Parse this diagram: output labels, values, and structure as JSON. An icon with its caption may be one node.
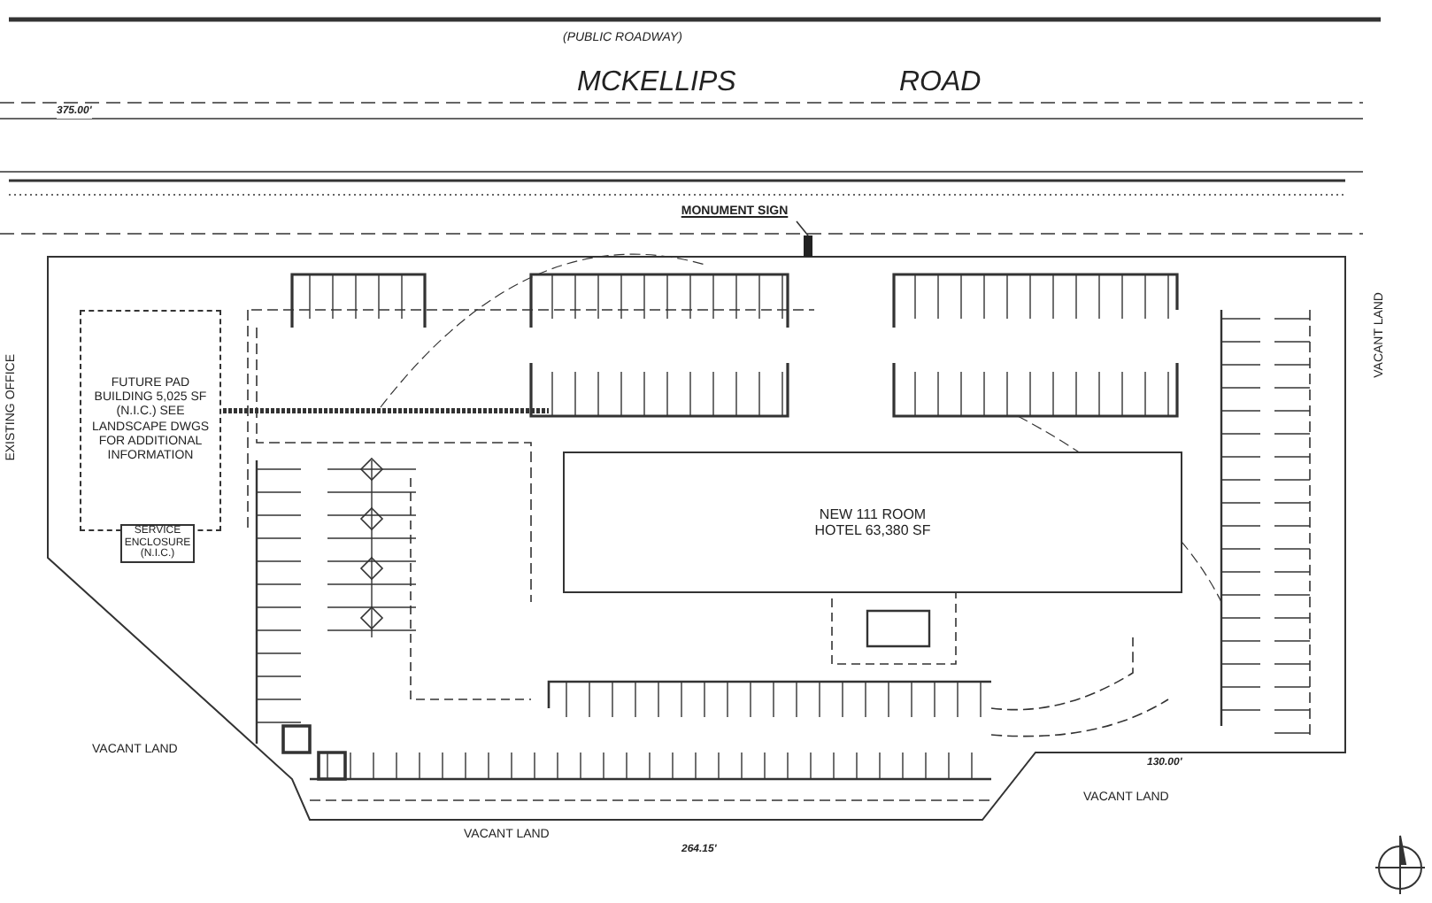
{
  "diagram": {
    "nodes": [
      {
        "text": [
          "MONUMENT SIGN"
        ]
      },
      {
        "text": [],
        "shape": "bar"
      },
      {
        "text": [
          "FUTURE PAD BUILDING 5,025 SF (N.I.C.) SEE LANDSCAPE DWGS FOR ADDITIONAL INFORMATION"
        ]
      },
      {
        "text": [
          "NEW 111 ROOM HOTEL 63,380 SF"
        ]
      },
      {
        "text": [
          "SERVICE ENCLOSURE (N.I.C.)"
        ]
      }
    ],
    "edges": [
      {
        "from": 0,
        "to": 1,
        "arrow": "none"
      }
    ],
    "labels": [
      "(PUBLIC ROADWAY)",
      "MCKELLIPS",
      "ROAD",
      "375.00'",
      "VACANT LAND",
      "EXISTING OFFICE",
      "VACANT LAND",
      "VACANT LAND",
      "264.15'",
      "130.00'",
      "VACANT LAND"
    ]
  }
}
